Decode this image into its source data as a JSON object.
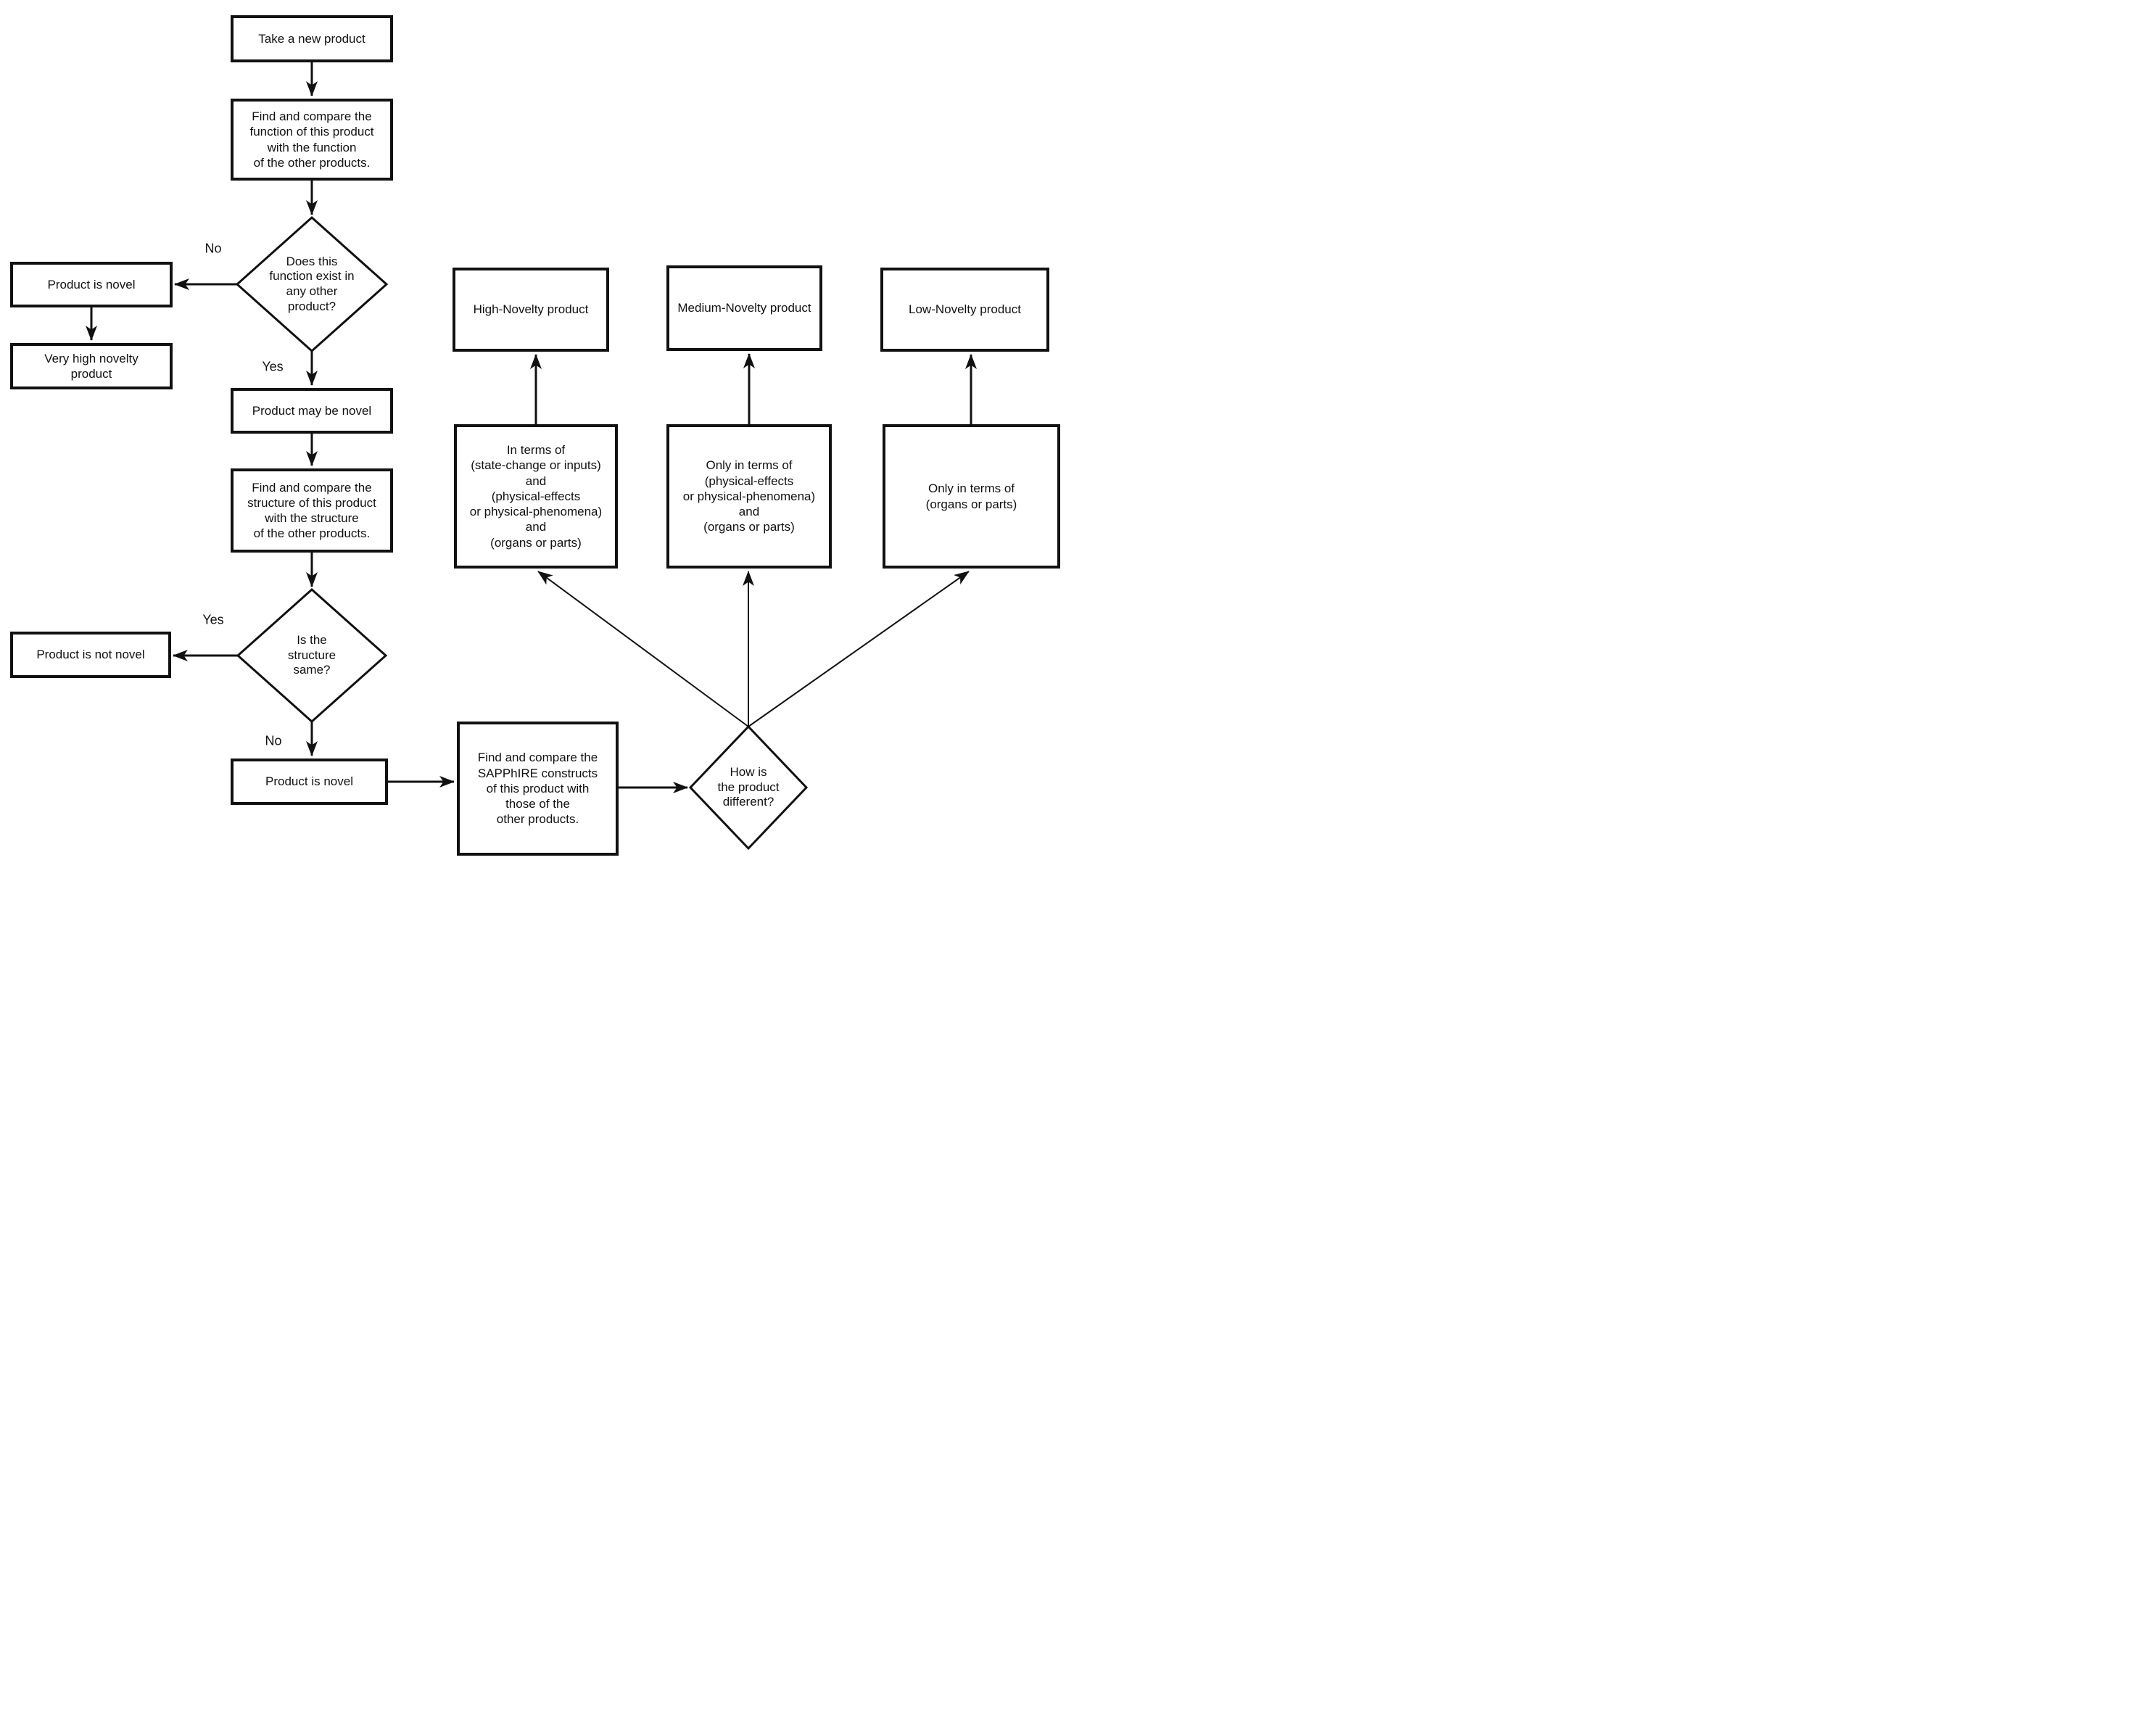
{
  "colors": {
    "background": "#ffffff",
    "stroke": "#111111",
    "text": "#111111"
  },
  "nodes": {
    "take_new_product": "Take a new product",
    "find_compare_function": "Find and compare the\nfunction of this product\nwith the function\nof the other products.",
    "function_exists_decision": "Does this\nfunction exist in\nany other\nproduct?",
    "product_is_novel_left": "Product is novel",
    "very_high_novelty": "Very high novelty\nproduct",
    "product_may_be_novel": "Product may be novel",
    "find_compare_structure": "Find and compare the\nstructure of this product\nwith the structure\nof the other products.",
    "structure_same_decision": "Is the\nstructure\nsame?",
    "product_is_not_novel": "Product is not novel",
    "product_is_novel_bottom": "Product is novel",
    "find_compare_sapphire": "Find and compare the\nSAPPhIRE constructs\nof this product with\nthose of the\nother products.",
    "how_different_decision": "How is\nthe product\ndifferent?",
    "terms_state_change": "In terms of\n(state-change or inputs)\nand\n(physical-effects\nor physical-phenomena)\nand\n(organs or parts)",
    "terms_physical": "Only in terms of\n(physical-effects\nor physical-phenomena)\nand\n(organs or parts)",
    "terms_organs": "Only in terms of\n(organs or parts)",
    "high_novelty": "High-Novelty product",
    "medium_novelty": "Medium-Novelty product",
    "low_novelty": "Low-Novelty product"
  },
  "edge_labels": {
    "function_no": "No",
    "function_yes": "Yes",
    "structure_yes": "Yes",
    "structure_no": "No"
  }
}
